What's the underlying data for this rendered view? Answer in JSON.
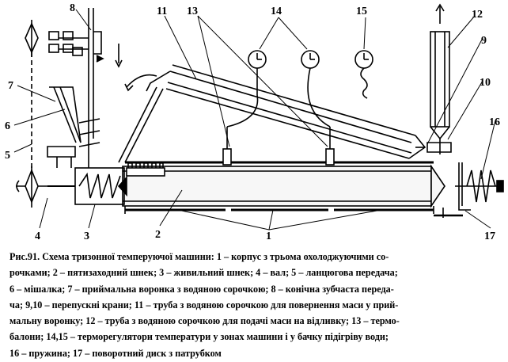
{
  "labels": {
    "n1": "1",
    "n2": "2",
    "n3": "3",
    "n4": "4",
    "n5": "5",
    "n6": "6",
    "n7": "7",
    "n8": "8",
    "n9": "9",
    "n10": "10",
    "n11": "11",
    "n12": "12",
    "n13": "13",
    "n14": "14",
    "n15": "15",
    "n16": "16",
    "n17": "17"
  },
  "caption": {
    "lines": [
      "Рис.91. Схема тризонної темперуючої машини: 1 – корпус з трьома охолоджуючими со-",
      "рочками; 2 – пятизаходний шнек; 3 – живильний шнек; 4 – вал; 5 – ланцюгова передача;",
      "6 – мішалка; 7 – приймальна воронка з водяною сорочкою; 8 – конічна зубчаста переда-",
      "ча; 9,10 – перепускні крани; 11 – труба з водяною сорочкою для повернення маси у прий-",
      "мальну воронку; 12 – труба з водяною сорочкою для подачі маси на відливку; 13 – термо-",
      "балони; 14,15 – терморегулятори температури у зонах машини і у бачку підігріву води;",
      "16 – пружина; 17 – поворотний диск з патрубком"
    ]
  }
}
